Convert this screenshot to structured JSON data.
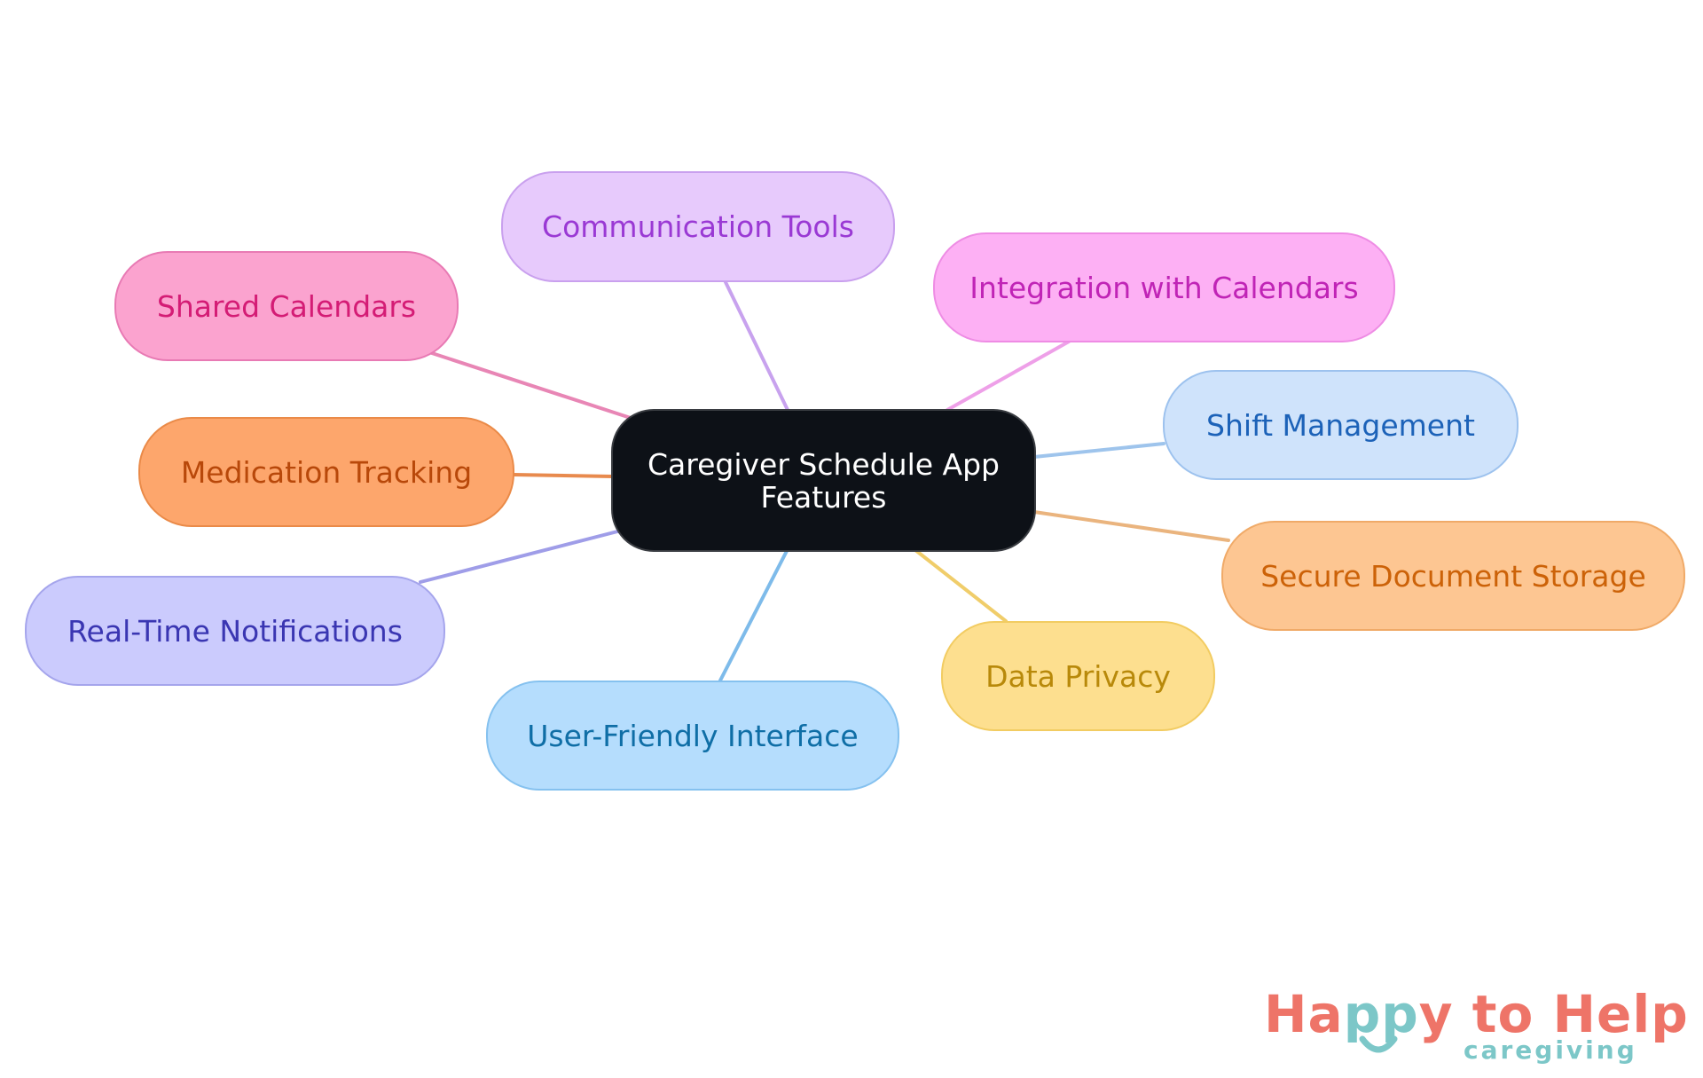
{
  "diagram": {
    "center": {
      "line1": "Caregiver Schedule App",
      "line2": "Features"
    },
    "nodes": [
      {
        "key": "shared",
        "label": "Shared Calendars",
        "fill": "#fba3cf",
        "stroke": "#e87ab4",
        "text": "#d41c75"
      },
      {
        "key": "comm",
        "label": "Communication Tools",
        "fill": "#e7cafc",
        "stroke": "#c9a0ee",
        "text": "#9a39d4"
      },
      {
        "key": "integ",
        "label": "Integration with Calendars",
        "fill": "#fdb0f4",
        "stroke": "#ee8ce4",
        "text": "#c024b6"
      },
      {
        "key": "shift",
        "label": "Shift Management",
        "fill": "#cfe3fb",
        "stroke": "#9dc2ee",
        "text": "#1c62b8"
      },
      {
        "key": "secure",
        "label": "Secure Document Storage",
        "fill": "#fdc692",
        "stroke": "#f0aa68",
        "text": "#cc6208"
      },
      {
        "key": "privacy",
        "label": "Data Privacy",
        "fill": "#fddf8f",
        "stroke": "#f2cc62",
        "text": "#b8890a"
      },
      {
        "key": "ui",
        "label": "User-Friendly Interface",
        "fill": "#b5ddfd",
        "stroke": "#85c1ef",
        "text": "#0f6ea6"
      },
      {
        "key": "rt",
        "label": "Real-Time Notifications",
        "fill": "#cbcbfd",
        "stroke": "#a5a5ec",
        "text": "#3a36b2"
      },
      {
        "key": "med",
        "label": "Medication Tracking",
        "fill": "#fda66c",
        "stroke": "#ea8a48",
        "text": "#b8480a"
      }
    ],
    "edge_colors": {
      "shared": "#e886b5",
      "comm": "#c8a2ee",
      "integ": "#eea0e8",
      "shift": "#9ec4ec",
      "secure": "#eab47e",
      "privacy": "#f0cd6a",
      "ui": "#7ebbea",
      "rt": "#9f9de8",
      "med": "#e88a4e"
    }
  },
  "logo": {
    "part1": "Ha",
    "part2": "pp",
    "part3": "y to Help",
    "sub": "caregiving",
    "colors": {
      "coral": "#ee7468",
      "teal": "#7cc7c8"
    }
  }
}
